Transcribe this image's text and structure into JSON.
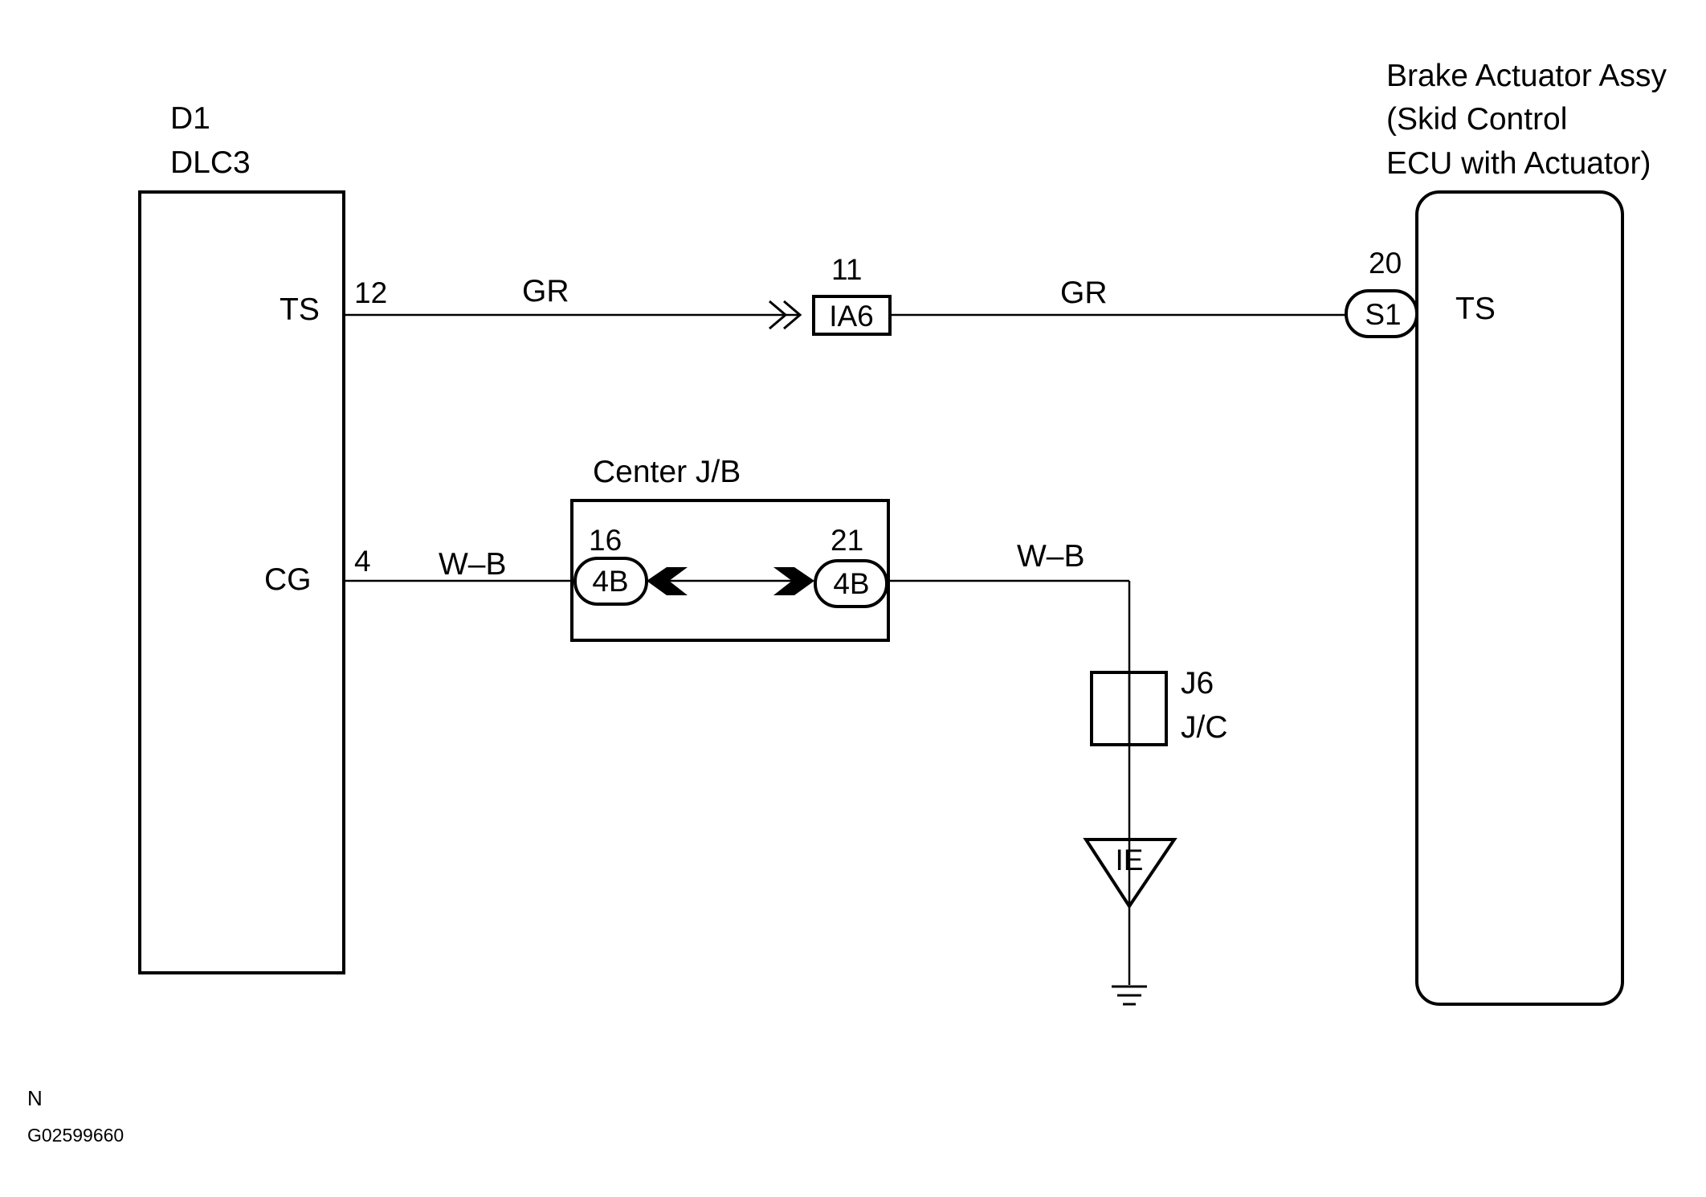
{
  "figure_id": "G02599660",
  "corner_letter": "N",
  "dlc3": {
    "ref": "D1",
    "name": "DLC3",
    "pin_ts": {
      "name": "TS",
      "number": "12"
    },
    "pin_cg": {
      "name": "CG",
      "number": "4"
    }
  },
  "brake_actuator": {
    "title_line1": "Brake Actuator Assy",
    "title_line2": "(Skid Control",
    "title_line3": "ECU with Actuator)",
    "connector": "S1",
    "pin_number": "20",
    "pin_name": "TS"
  },
  "ts_circuit": {
    "wire_color_left": "GR",
    "wire_color_right": "GR",
    "junction_connector": "IA6",
    "junction_pin": "11"
  },
  "center_jb": {
    "label": "Center J/B",
    "left_connector": "4B",
    "left_pin": "16",
    "right_connector": "4B",
    "right_pin": "21"
  },
  "cg_circuit": {
    "wire_color_left": "W–B",
    "wire_color_right": "W–B"
  },
  "junction_connector": {
    "ref": "J6",
    "name": "J/C"
  },
  "ground": {
    "label": "IE"
  },
  "colors": {
    "line": "#000000",
    "background": "#ffffff"
  }
}
